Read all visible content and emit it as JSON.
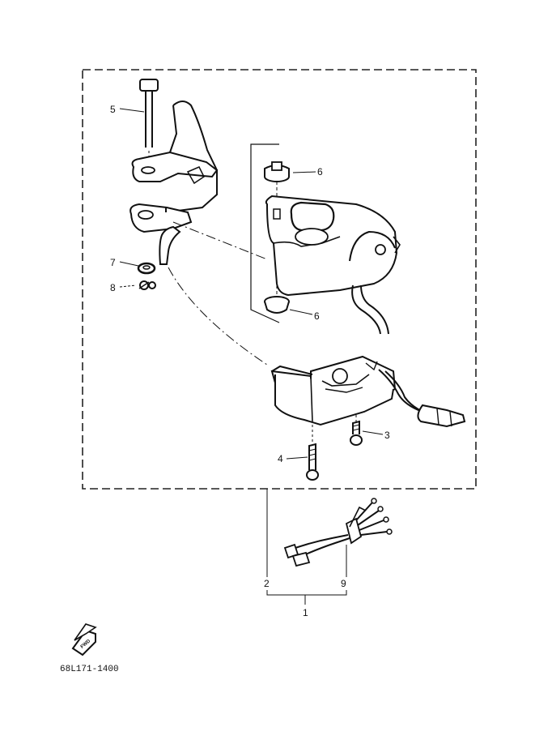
{
  "callouts": {
    "c1": "1",
    "c2": "2",
    "c3": "3",
    "c4": "4",
    "c5": "5",
    "c6a": "6",
    "c6b": "6",
    "c7": "7",
    "c8": "8",
    "c9": "9"
  },
  "diagram_code": "68L171-1400",
  "fwd_mark": "FWD"
}
